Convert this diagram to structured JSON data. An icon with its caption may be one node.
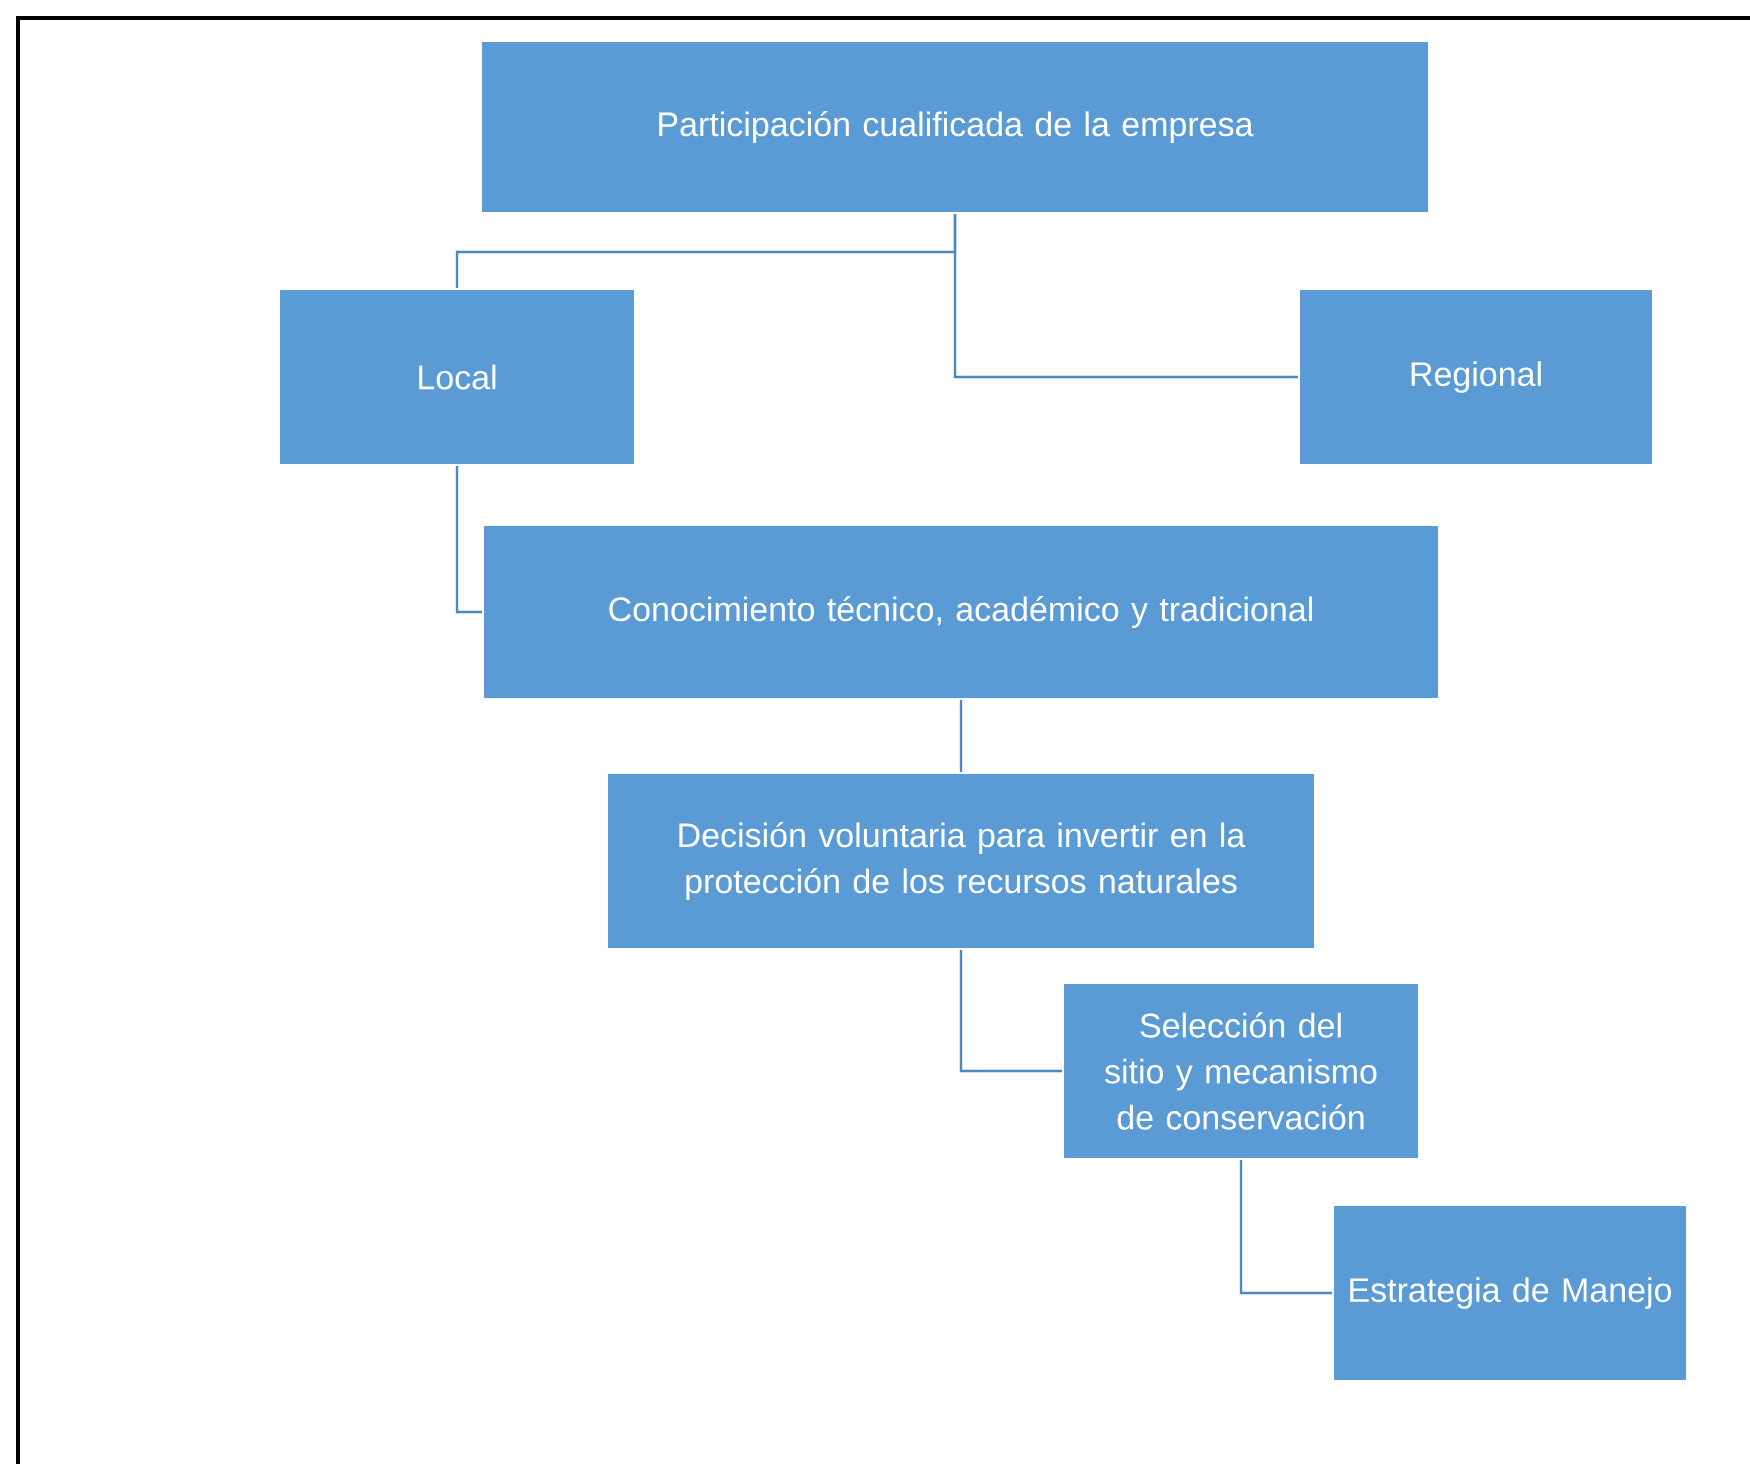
{
  "diagram": {
    "nodes": [
      {
        "text": [
          "Participación cualificada de la empresa"
        ]
      },
      {
        "text": [
          "Local"
        ]
      },
      {
        "text": [
          "Regional"
        ]
      },
      {
        "text": [
          "Conocimiento técnico, académico y tradicional"
        ]
      },
      {
        "text": [
          "Decisión voluntaria para invertir en la protección de los recursos naturales"
        ]
      },
      {
        "text": [
          "Selección del sitio y mecanismo de conservación"
        ]
      },
      {
        "text": [
          "Estrategia de Manejo"
        ]
      }
    ],
    "edges": [
      {
        "from": 0,
        "to": 1,
        "arrow": "none"
      },
      {
        "from": 0,
        "to": 2,
        "arrow": "none"
      },
      {
        "from": 1,
        "to": 3,
        "arrow": "none"
      },
      {
        "from": 3,
        "to": 4,
        "arrow": "none"
      },
      {
        "from": 4,
        "to": 5,
        "arrow": "none"
      },
      {
        "from": 5,
        "to": 6,
        "arrow": "none"
      }
    ]
  }
}
